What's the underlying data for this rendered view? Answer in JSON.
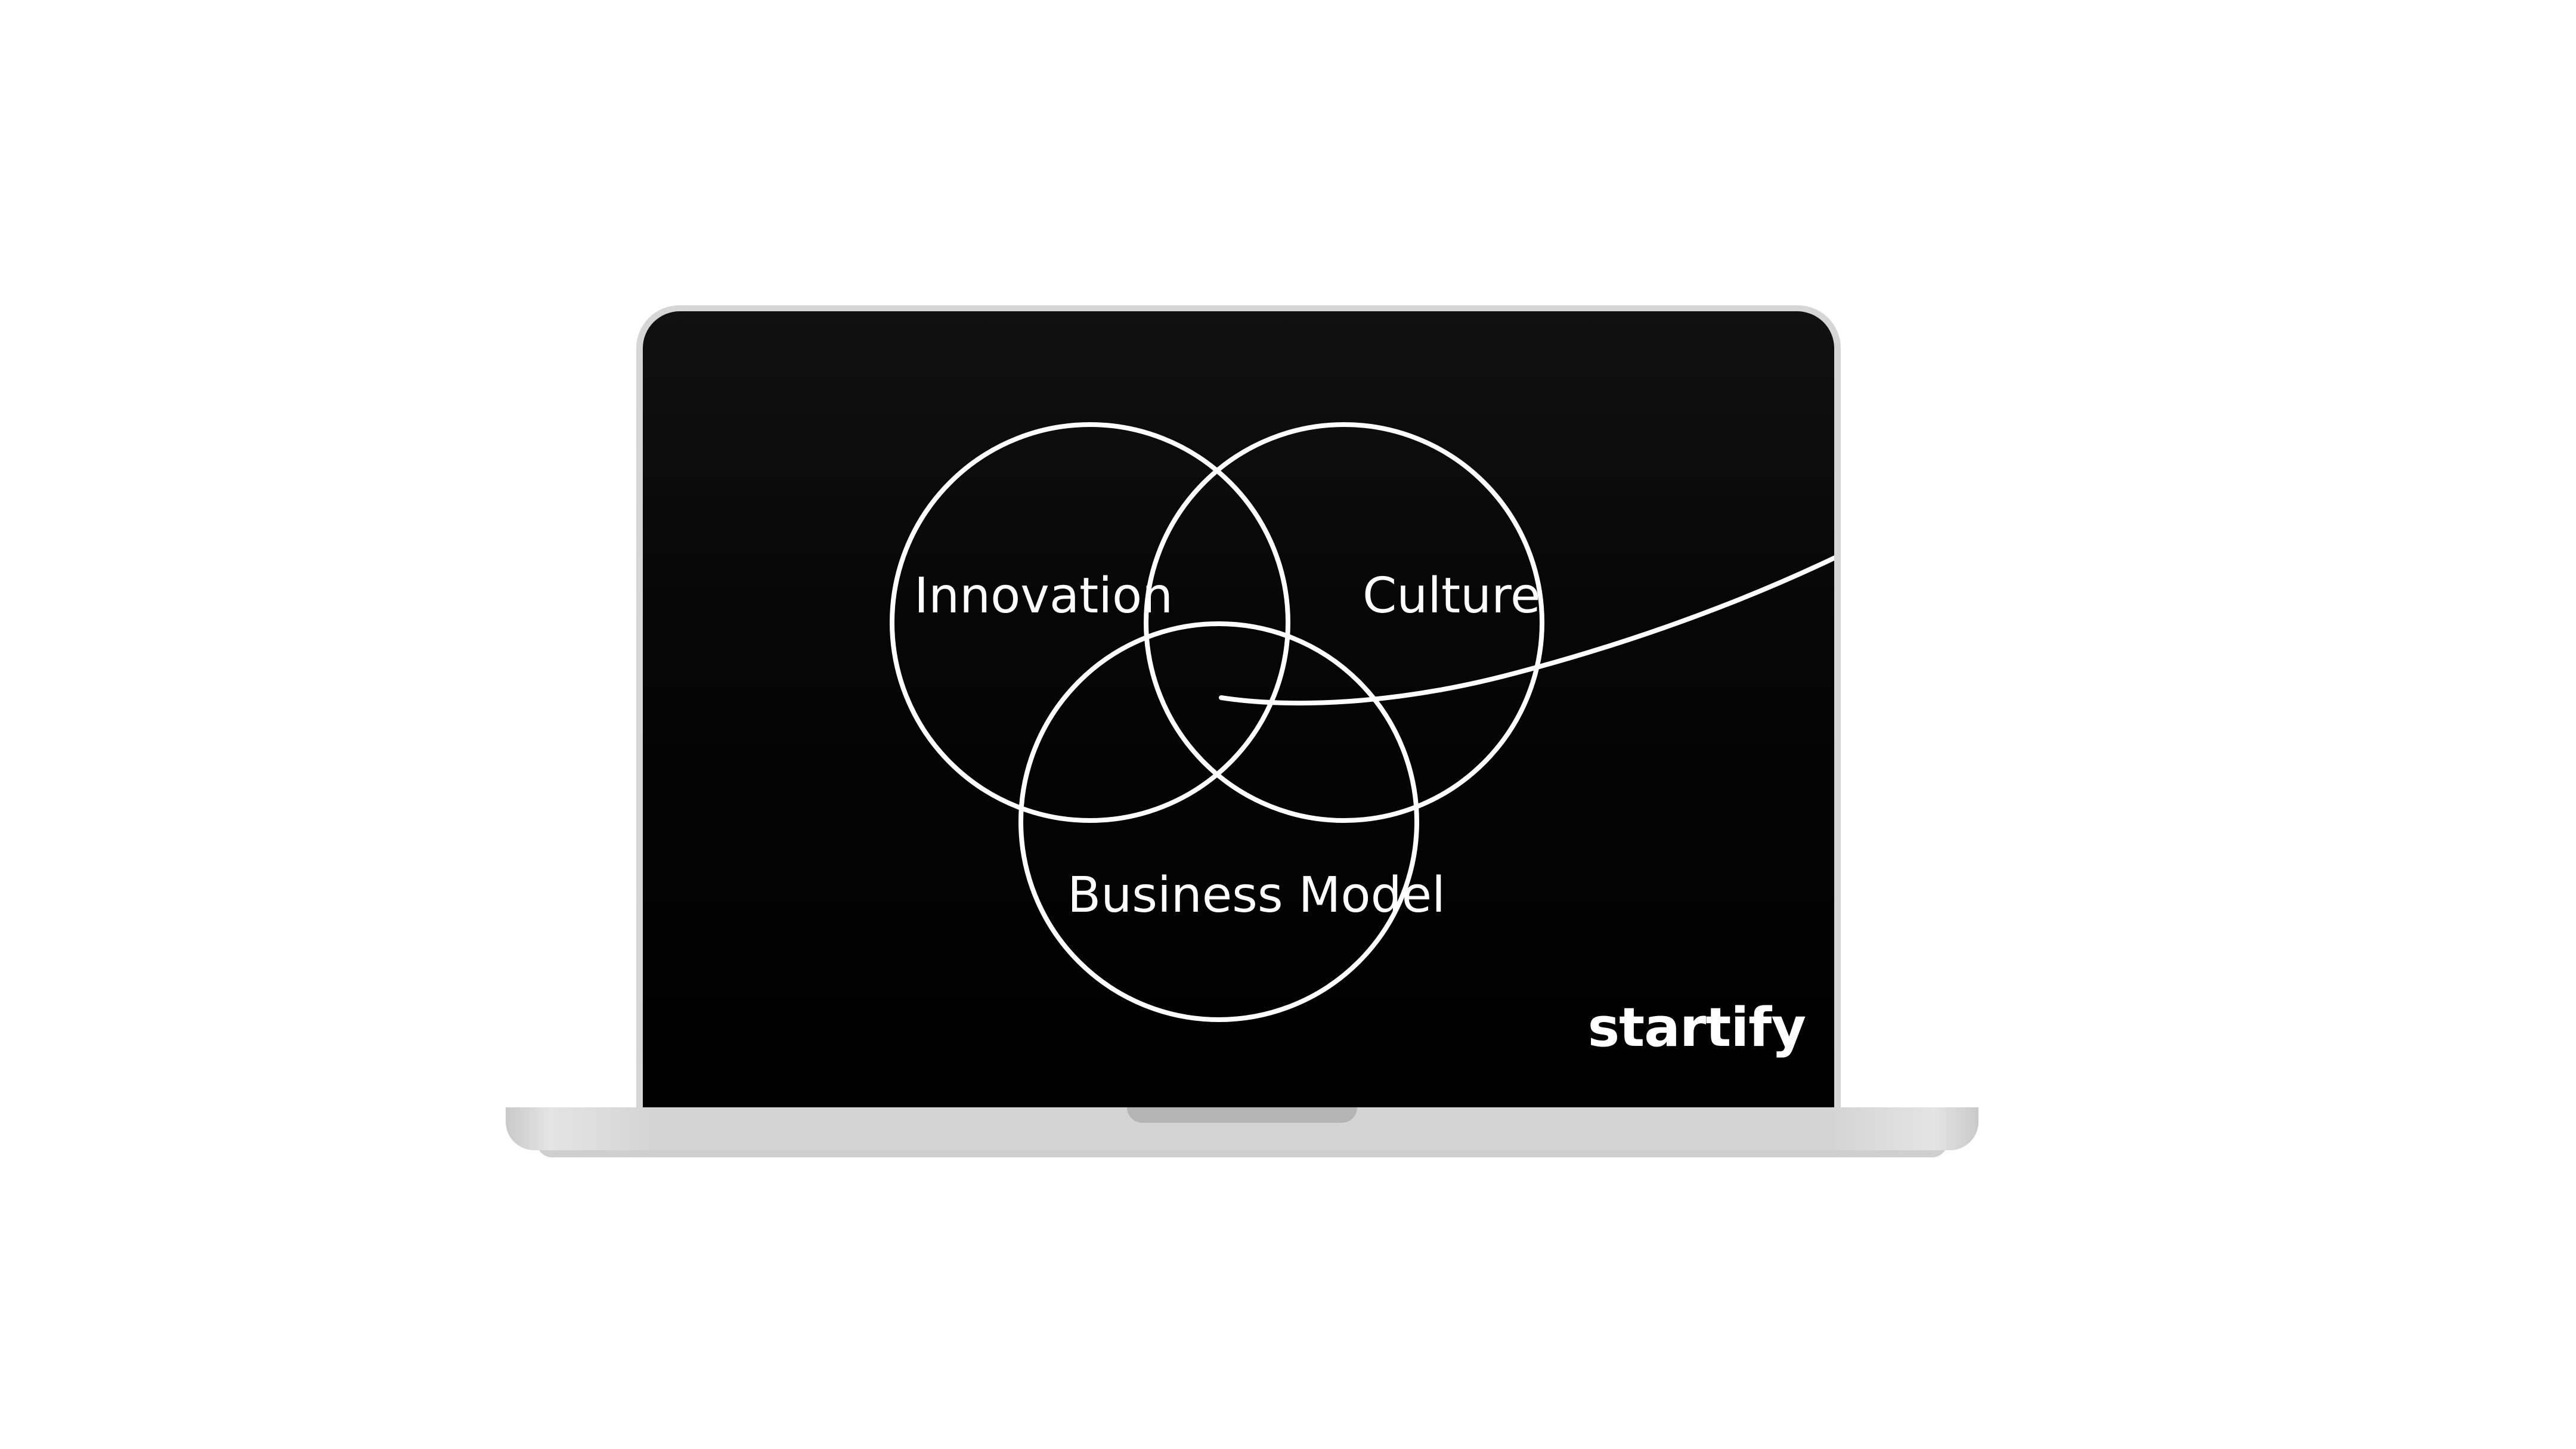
{
  "diagram": {
    "circles": [
      {
        "id": "innovation",
        "label": "Innovation"
      },
      {
        "id": "culture",
        "label": "Culture"
      },
      {
        "id": "business-model",
        "label": "Business Model"
      }
    ]
  },
  "brand": {
    "logo_text": "startify"
  },
  "colors": {
    "screen": "#000000",
    "stroke": "#ffffff",
    "device": "#d6d6d6"
  }
}
